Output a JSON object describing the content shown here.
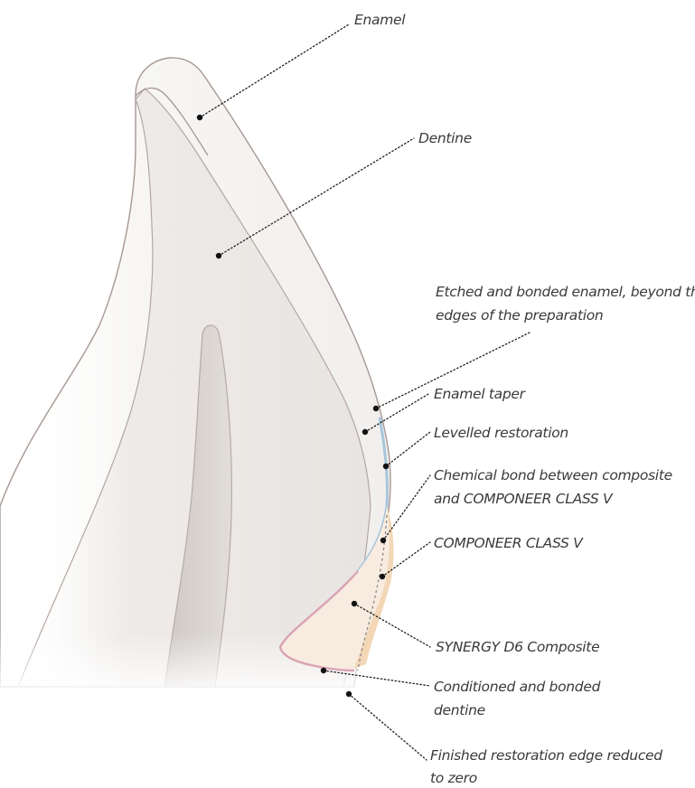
{
  "labels": {
    "enamel": "Enamel",
    "dentine": "Dentine",
    "etched_line1": "Etched and bonded enamel, beyond the",
    "etched_line2": "edges of the preparation",
    "enamel_taper": "Enamel taper",
    "levelled": "Levelled restoration",
    "chemical_line1": "Chemical bond between composite",
    "chemical_line2": "and COMPONEER CLASS V",
    "componeer": "COMPONEER CLASS V",
    "synergy": "SYNERGY D6 Composite",
    "conditioned_line1": "Conditioned and bonded",
    "conditioned_line2": "dentine",
    "finished_line1": "Finished restoration edge reduced",
    "finished_line2": "to zero"
  },
  "colors": {
    "enamel": "#f6f5f3",
    "dentine": "#ebe8e5",
    "pulp": "#d9d4d0",
    "outline": "#a69893",
    "bonded_enamel_layer": "#a7c6dc",
    "componeer_layer": "#f3d7b6",
    "synergy_composite": "#f8ece0",
    "conditioned_dentine_edge": "#d9a3b4"
  }
}
